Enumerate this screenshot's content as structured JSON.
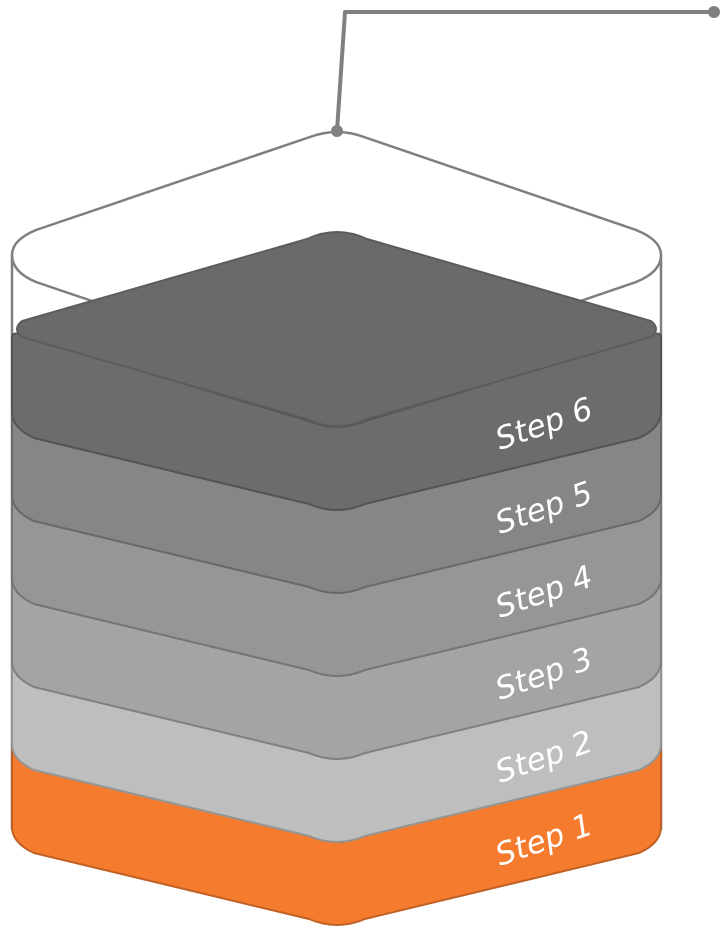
{
  "diagram": {
    "steps": [
      {
        "id": "step-1",
        "label": "Step 1",
        "color": "#F57C2F"
      },
      {
        "id": "step-2",
        "label": "Step 2",
        "color": "#BEBEBE"
      },
      {
        "id": "step-3",
        "label": "Step 3",
        "color": "#A4A4A4"
      },
      {
        "id": "step-4",
        "label": "Step 4",
        "color": "#969696"
      },
      {
        "id": "step-5",
        "label": "Step 5",
        "color": "#868686"
      },
      {
        "id": "step-6",
        "label": "Step 6",
        "color": "#6C6C6C"
      }
    ],
    "outline_color": "#7F7F7F",
    "connector_color": "#808080"
  }
}
